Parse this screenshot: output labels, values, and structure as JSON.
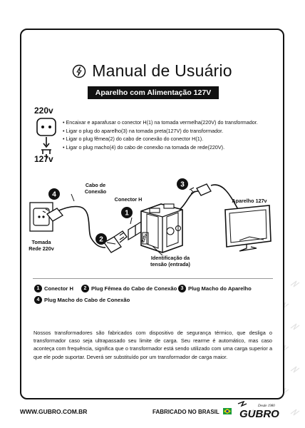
{
  "header": {
    "title": "Manual de Usuário",
    "subtitle": "Aparelho com Alimentação 127V"
  },
  "voltage_in": "220v",
  "voltage_out": "127v",
  "steps": [
    "• Encaixar e aparafusar o conector H(1) na tomada vermelha(220V) do transformador.",
    "• Ligar o plug do aparelho(3) na tomada preta(127V) do transformador.",
    "• Ligar o plug fêmea(2) do cabo de conexão do conector H(1).",
    "• Ligar o plug macho(4) do cabo de conexão na tomada de rede(220V)."
  ],
  "diagram": {
    "label_cable": "Cabo de Conexão",
    "label_connector": "Conector H",
    "label_device": "Aparelho 127v",
    "label_outlet": "Tomada Rede 220v",
    "label_tension": "Identificação da tensão (entrada)",
    "transformer_text": "220v",
    "badges": [
      "1",
      "2",
      "3",
      "4"
    ]
  },
  "legend": [
    {
      "num": "1",
      "label": "Conector H"
    },
    {
      "num": "2",
      "label": "Plug Fêmea do Cabo de Conexão"
    },
    {
      "num": "3",
      "label": "Plug Macho do Aparelho"
    },
    {
      "num": "4",
      "label": "Plug Macho do Cabo de Conexão"
    }
  ],
  "paragraph": "Nossos transformadores são fabricados com dispositivo de segurança térmico, que desliga o transformador caso seja ultrapassado seu limite de carga. Seu rearme é automático, mas caso aconteça com frequência, significa que o transformador está sendo utilizado com uma carga superior a que ele pode suportar. Deverá ser substituído por um transformador de carga maior.",
  "footer": {
    "url": "WWW.GUBRO.COM.BR",
    "made_in": "FABRICADO NO BRASIL",
    "brand": "GUBRO",
    "brand_tagline": "Desde 1980"
  }
}
